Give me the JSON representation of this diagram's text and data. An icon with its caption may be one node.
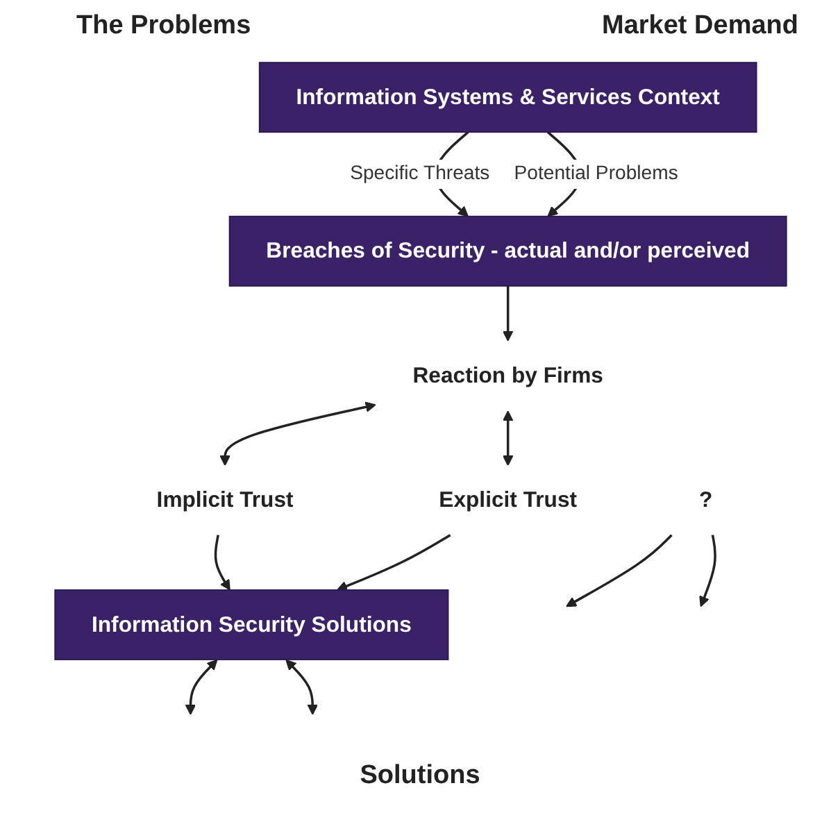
{
  "diagram": {
    "nodes": [
      {
        "text": [
          "Information Systems & Services Context"
        ]
      },
      {
        "text": [
          "Breaches of Security - actual and/or perceived"
        ]
      },
      {
        "text": [
          "Reaction by Firms"
        ]
      },
      {
        "text": [
          "Implicit Trust"
        ]
      },
      {
        "text": [
          "Explicit Trust"
        ]
      },
      {
        "text": [
          "Information Security Solutions"
        ]
      },
      {
        "text": [
          "?"
        ]
      }
    ],
    "edges": [
      {
        "from": 0,
        "to": 1,
        "arrow": "to",
        "label": "Specific Threats"
      },
      {
        "from": 0,
        "to": 1,
        "arrow": "to",
        "label": "Potential Problems"
      },
      {
        "from": 1,
        "to": 2,
        "arrow": "to"
      },
      {
        "from": 2,
        "to": 3,
        "arrow": "both"
      },
      {
        "from": 2,
        "to": 4,
        "arrow": "both"
      },
      {
        "from": 3,
        "to": 5,
        "arrow": "to"
      },
      {
        "from": 4,
        "to": 5,
        "arrow": "to"
      },
      {
        "from": 6,
        "to": null,
        "arrow": "to"
      },
      {
        "from": 6,
        "to": null,
        "arrow": "to"
      },
      {
        "from": 5,
        "to": null,
        "arrow": "both"
      },
      {
        "from": 5,
        "to": null,
        "arrow": "both"
      }
    ],
    "labels": [
      "The Problems",
      "Market Demand",
      "Solutions"
    ]
  }
}
